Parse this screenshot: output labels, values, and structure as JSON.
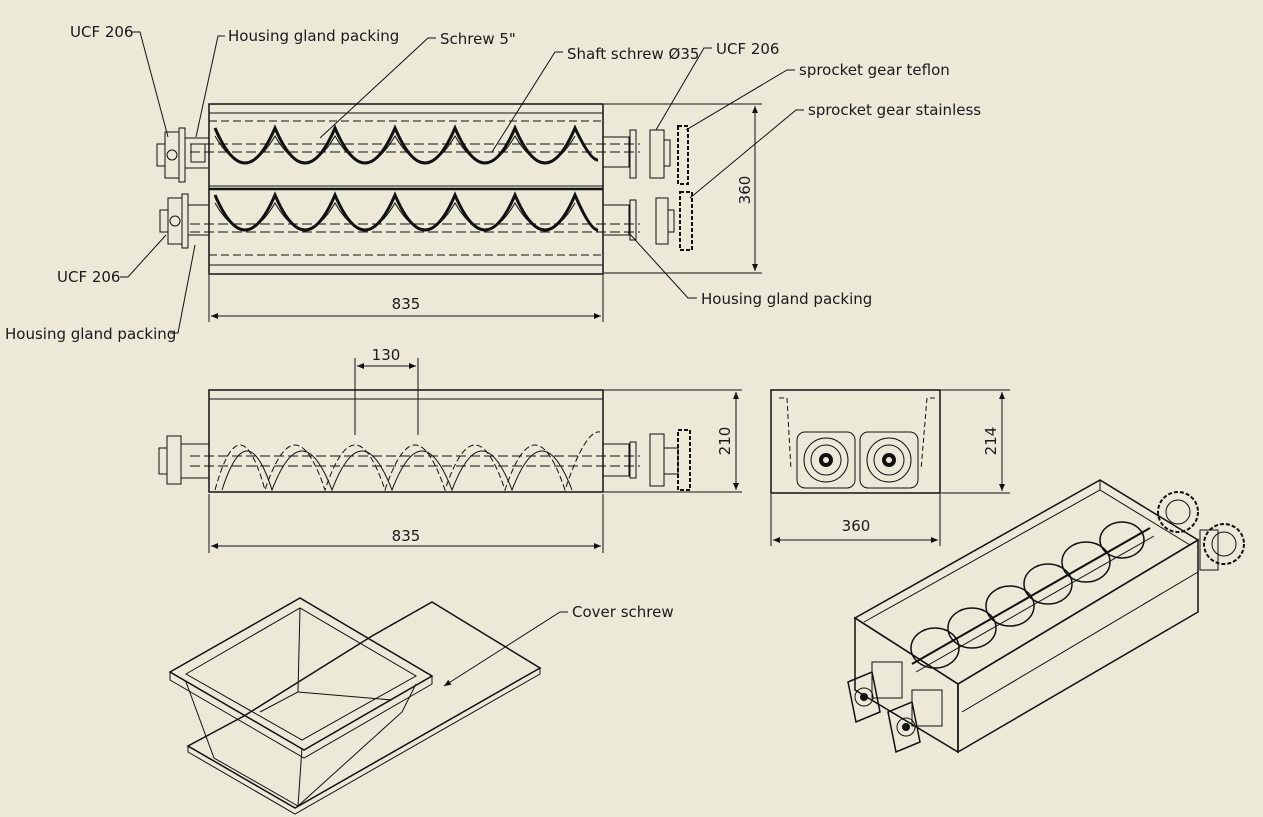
{
  "colors": {
    "background": "#ece9d8",
    "line": "#111111"
  },
  "labels": {
    "ucf_top_left": "UCF 206",
    "housing_top_left": "Housing gland packing",
    "schrew": "Schrew 5\"",
    "shaft": "Shaft schrew Ø35",
    "ucf_top_right": "UCF 206",
    "sprocket_teflon": "sprocket gear teflon",
    "sprocket_stainless": "sprocket gear stainless",
    "ucf_bottom_left": "UCF 206",
    "housing_bottom_left": "Housing gland packing",
    "housing_right": "Housing gland packing",
    "cover": "Cover schrew"
  },
  "dimensions": {
    "top_length": "835",
    "top_height": "360",
    "pitch": "130",
    "front_height": "210",
    "front_length": "835",
    "side_height": "214",
    "side_width": "360"
  }
}
